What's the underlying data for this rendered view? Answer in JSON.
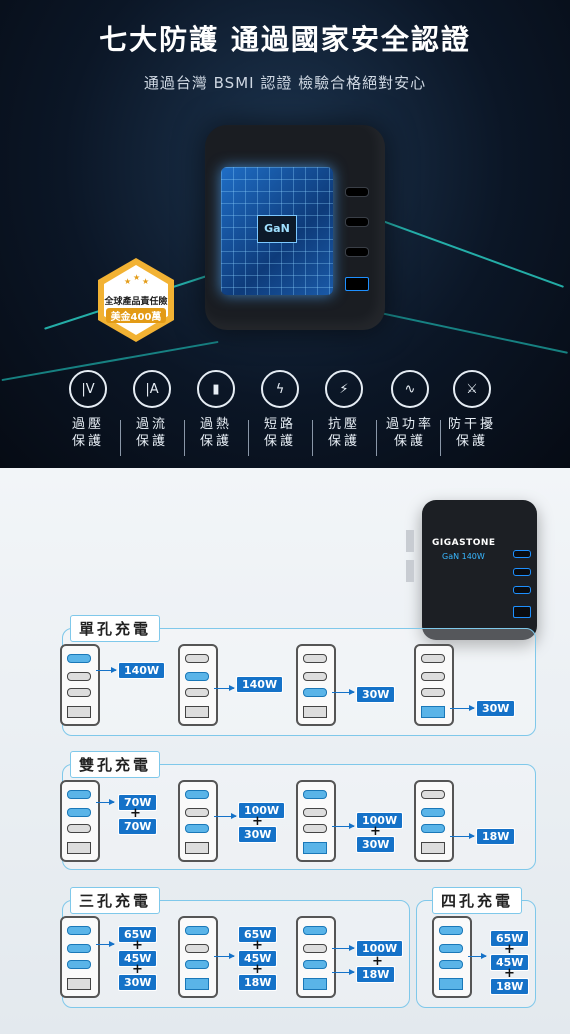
{
  "hero": {
    "title": "七大防護 通過國家安全認證",
    "subtitle": "通過台灣 BSMI 認證 檢驗合格絕對安心",
    "chip_label": "GaN",
    "badge_line1": "全球產品責任險",
    "badge_line2": "美金400萬",
    "protections": [
      {
        "icon": "V",
        "label1": "過壓",
        "label2": "保護"
      },
      {
        "icon": "A",
        "label1": "過流",
        "label2": "保護"
      },
      {
        "icon": "thermo",
        "label1": "過熱",
        "label2": "保護"
      },
      {
        "icon": "short",
        "label1": "短路",
        "label2": "保護"
      },
      {
        "icon": "surge",
        "label1": "抗壓",
        "label2": "保護"
      },
      {
        "icon": "wave",
        "label1": "過功率",
        "label2": "保護"
      },
      {
        "icon": "shield",
        "label1": "防干擾",
        "label2": "保護"
      }
    ]
  },
  "product": {
    "brand": "GIGASTONE",
    "model": "GaN 140W"
  },
  "sections": {
    "single": {
      "title": "單孔充電",
      "cases": [
        {
          "labels": [
            "140W"
          ]
        },
        {
          "labels": [
            "140W"
          ]
        },
        {
          "labels": [
            "30W"
          ]
        },
        {
          "labels": [
            "30W"
          ]
        }
      ]
    },
    "dual": {
      "title": "雙孔充電",
      "cases": [
        {
          "labels": [
            "70W",
            "70W"
          ]
        },
        {
          "labels": [
            "100W",
            "30W"
          ]
        },
        {
          "labels": [
            "100W",
            "30W"
          ]
        },
        {
          "labels": [
            "18W"
          ]
        }
      ]
    },
    "triple": {
      "title": "三孔充電",
      "cases": [
        {
          "labels": [
            "65W",
            "45W",
            "30W"
          ]
        },
        {
          "labels": [
            "65W",
            "45W",
            "18W"
          ]
        },
        {
          "labels": [
            "100W",
            "18W"
          ]
        }
      ]
    },
    "quad": {
      "title": "四孔充電",
      "cases": [
        {
          "labels": [
            "65W",
            "45W",
            "18W"
          ]
        }
      ]
    }
  },
  "colors": {
    "accent": "#1572c8",
    "panel_border": "#7fc8ea",
    "hero_bg": "#0b1626"
  }
}
